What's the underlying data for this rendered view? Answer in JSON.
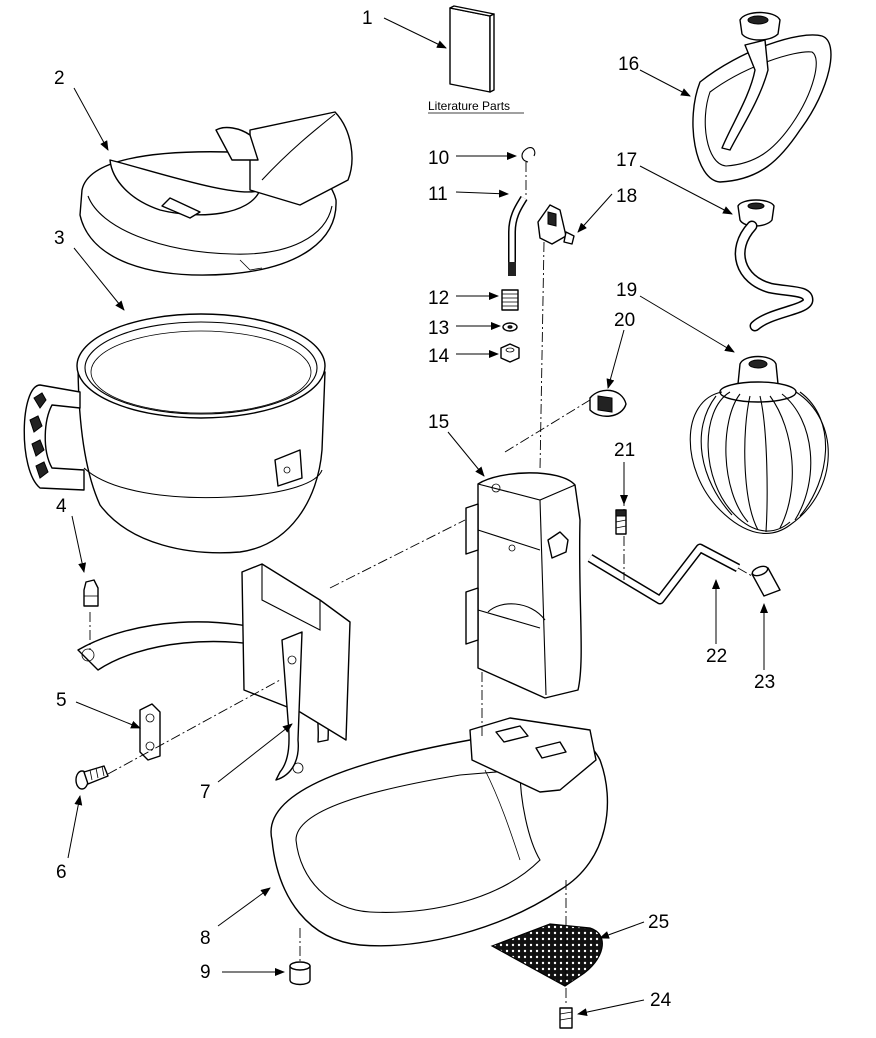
{
  "literature_label": "Literature Parts",
  "callouts": [
    {
      "id": "c1",
      "text": "1"
    },
    {
      "id": "c2",
      "text": "2"
    },
    {
      "id": "c3",
      "text": "3"
    },
    {
      "id": "c4",
      "text": "4"
    },
    {
      "id": "c5",
      "text": "5"
    },
    {
      "id": "c6",
      "text": "6"
    },
    {
      "id": "c7",
      "text": "7"
    },
    {
      "id": "c8",
      "text": "8"
    },
    {
      "id": "c9",
      "text": "9"
    },
    {
      "id": "c10",
      "text": "10"
    },
    {
      "id": "c11",
      "text": "11"
    },
    {
      "id": "c12",
      "text": "12"
    },
    {
      "id": "c13",
      "text": "13"
    },
    {
      "id": "c14",
      "text": "14"
    },
    {
      "id": "c15",
      "text": "15"
    },
    {
      "id": "c16",
      "text": "16"
    },
    {
      "id": "c17",
      "text": "17"
    },
    {
      "id": "c18",
      "text": "18"
    },
    {
      "id": "c19",
      "text": "19"
    },
    {
      "id": "c20",
      "text": "20"
    },
    {
      "id": "c21",
      "text": "21"
    },
    {
      "id": "c22",
      "text": "22"
    },
    {
      "id": "c23",
      "text": "23"
    },
    {
      "id": "c24",
      "text": "24"
    },
    {
      "id": "c25",
      "text": "25"
    }
  ]
}
